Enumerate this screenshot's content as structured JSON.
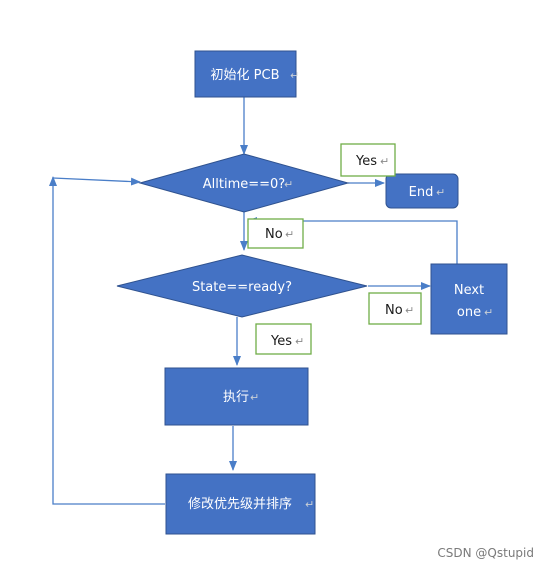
{
  "nodes": {
    "init": "初始化 PCB",
    "alltime": "Alltime==0?",
    "end": "End",
    "state": "State==ready?",
    "next_line1": "Next",
    "next_line2": "one",
    "execute": "执行",
    "reorder": "修改优先级并排序"
  },
  "labels": {
    "yes_end": "Yes",
    "no_alltime": "No",
    "no_state": "No",
    "yes_state": "Yes"
  },
  "return_mark": "↵",
  "watermark": "CSDN @Qstupid",
  "colors": {
    "fill": "#4472C4",
    "stroke": "#2F528F",
    "arrow": "#4A7EC8",
    "label_border": "#70AD47"
  }
}
